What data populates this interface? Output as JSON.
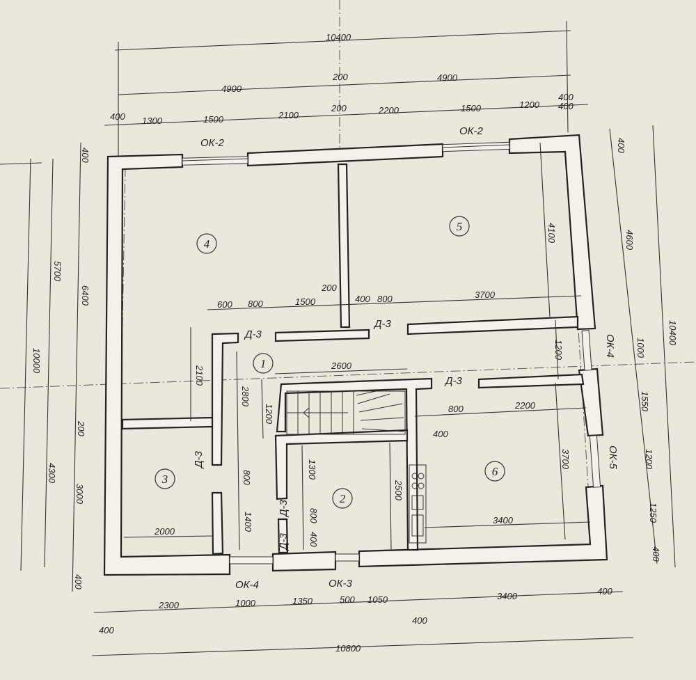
{
  "rooms": [
    "1",
    "2",
    "3",
    "4",
    "5",
    "6"
  ],
  "windows": {
    "ok2a": "ОК-2",
    "ok2b": "ОК-2",
    "ok4": "ОК-4",
    "ok3": "ОК-3",
    "ok4r": "ОК-4",
    "ok5": "ОК-5"
  },
  "doors": {
    "d3a": "Д-3",
    "d3b": "Д-3",
    "d3c": "Д-3",
    "d3d": "Д-3",
    "d3e": "Д-3",
    "d3f": "Д-3"
  },
  "top": {
    "overall": "10400",
    "row2": [
      "4900",
      "200",
      "4900",
      "400"
    ],
    "row3": [
      "400",
      "1300",
      "1500",
      "2100",
      "200",
      "2200",
      "1500",
      "1200",
      "400"
    ]
  },
  "bottom": {
    "row1": [
      "2300",
      "1000",
      "1350",
      "500",
      "1050",
      "3400",
      "400"
    ],
    "small1": "400",
    "small2": "400",
    "overall": "10800"
  },
  "left": {
    "outer": "10000",
    "mid": [
      "5700",
      "4300"
    ],
    "inner": [
      "400",
      "6400",
      "200",
      "3000",
      "400"
    ]
  },
  "right": {
    "overall": "10400",
    "chain": [
      "400",
      "4600",
      "1000",
      "1550",
      "1200",
      "1250",
      "400"
    ]
  },
  "interior": {
    "r5_height": "4100",
    "wall_200": "200",
    "row": [
      "600",
      "800",
      "1500",
      "400",
      "800",
      "3700"
    ],
    "h2100": "2100",
    "h2800": "2800",
    "h1200a": "1200",
    "w2600": "2600",
    "r1200": "1200",
    "w800": "800",
    "w2200": "2200",
    "s400": "400",
    "h3700": "3700",
    "h1300": "1300",
    "h2500": "2500",
    "h800a": "800",
    "h1400": "1400",
    "h800b": "800",
    "h400": "400",
    "w2000": "2000",
    "w3400": "3400"
  }
}
